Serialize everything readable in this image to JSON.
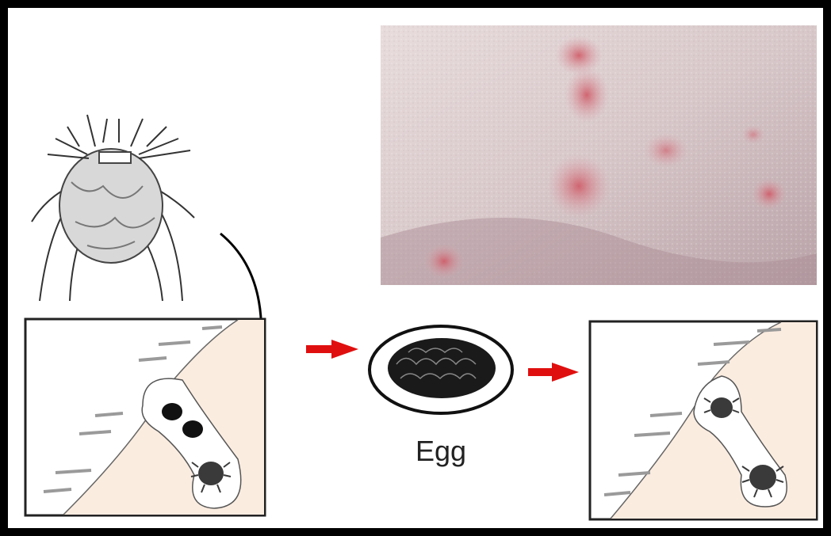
{
  "egg_label": "Egg",
  "colors": {
    "frame_border": "#000000",
    "panel_background": "#ffffff",
    "skin_tone": "#fbece0",
    "arrow": "#e00f0f",
    "outline": "#222222",
    "hair_lines": "#9a9a9a",
    "rash_spots": "#d27a82"
  },
  "icons": [
    "mite-illustration",
    "skin-rash-photo",
    "burrow-with-eggs",
    "egg-icon",
    "burrow-with-mites",
    "arrow-right-icon"
  ]
}
